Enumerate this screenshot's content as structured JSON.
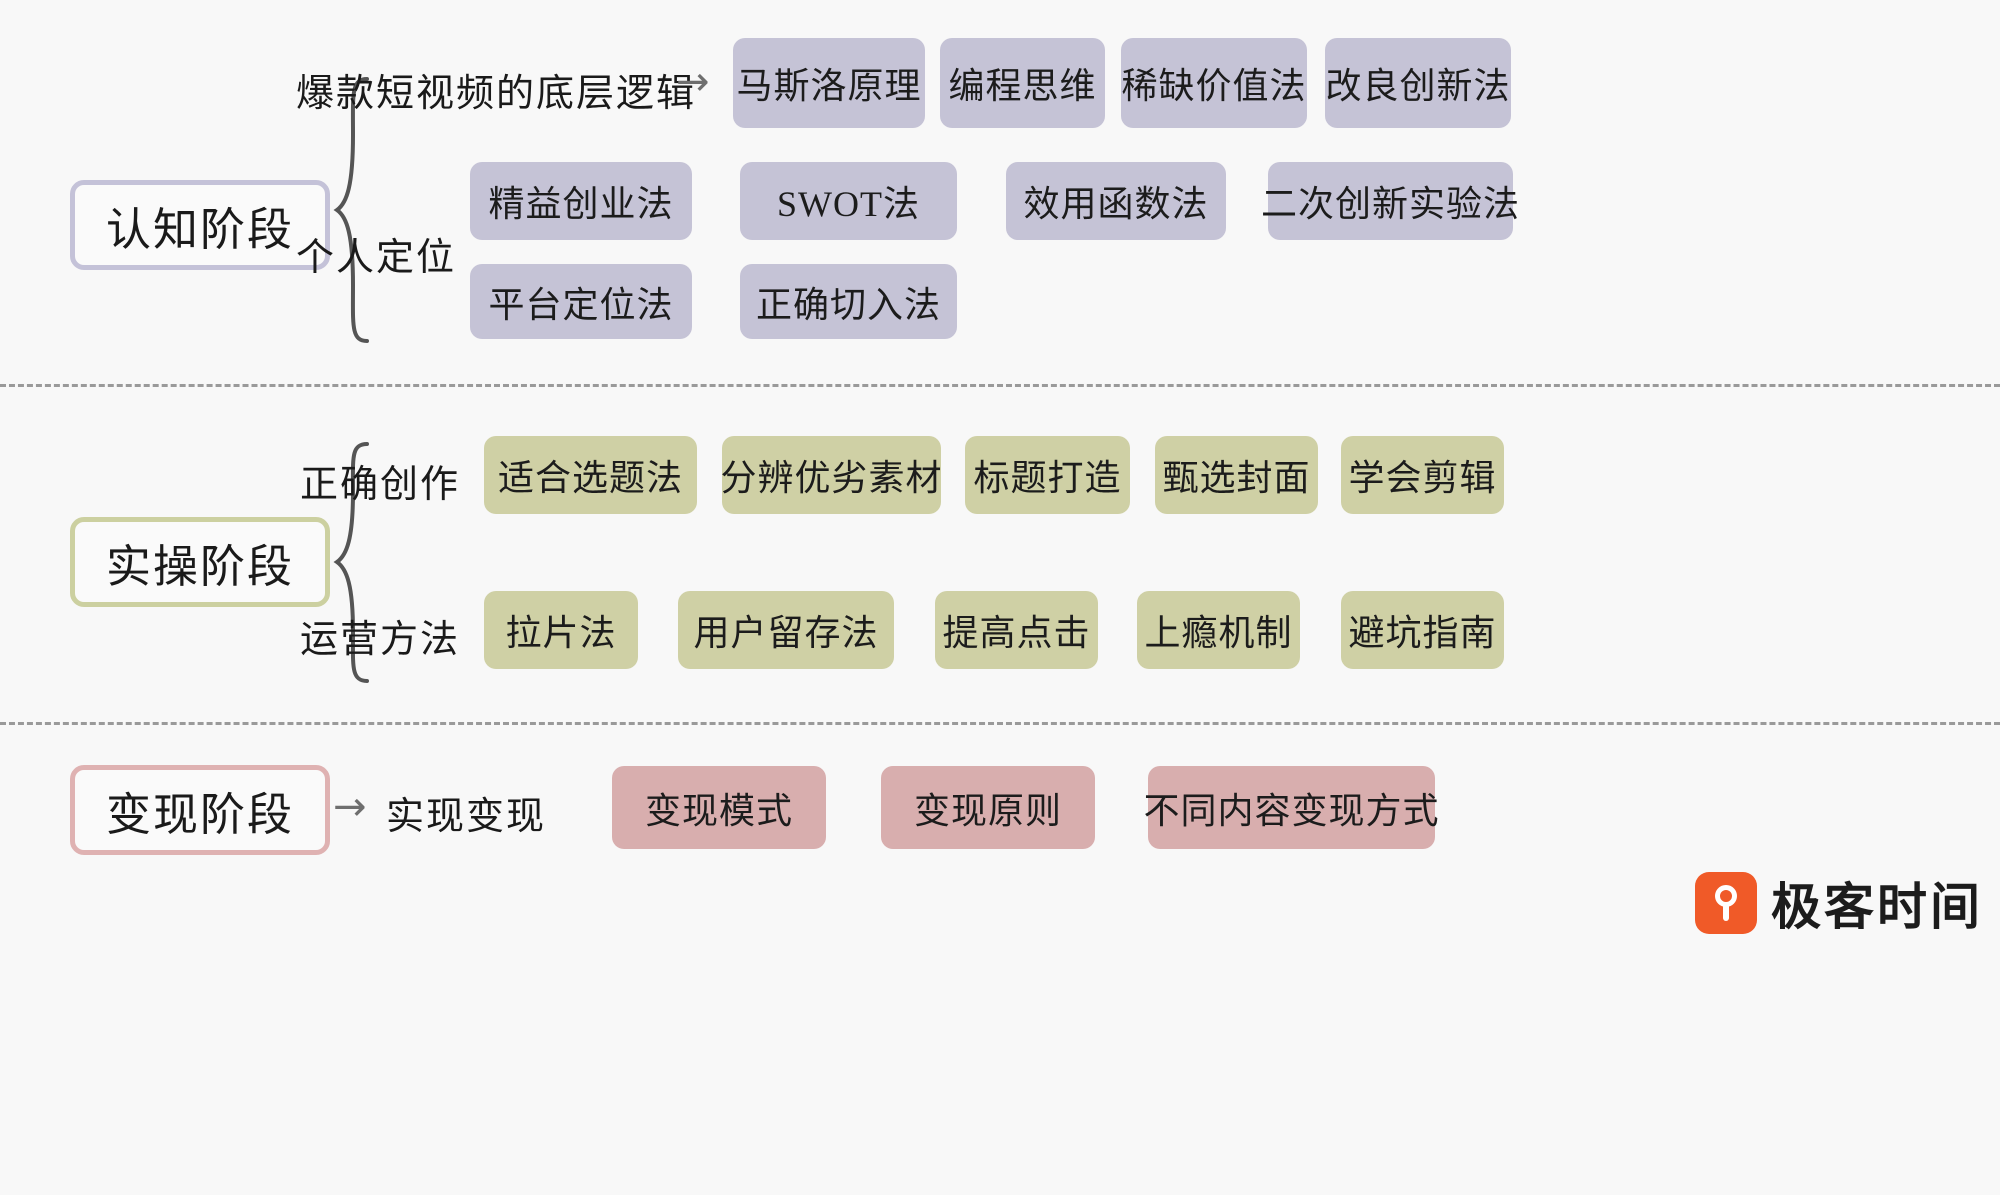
{
  "sections": [
    {
      "id": "cognition",
      "stage_label": "认知阶段",
      "accent": "#c4c2d8",
      "card_color": "#c5c3d6",
      "branches": [
        {
          "label": "爆款短视频的底层逻辑",
          "arrow": "→"
        },
        {
          "label": "个人定位",
          "arrow": ""
        }
      ],
      "rows": [
        [
          "马斯洛原理",
          "编程思维",
          "稀缺价值法",
          "改良创新法"
        ],
        [
          "精益创业法",
          "SWOT法",
          "效用函数法",
          "二次创新实验法"
        ],
        [
          "平台定位法",
          "正确切入法"
        ]
      ]
    },
    {
      "id": "practice",
      "stage_label": "实操阶段",
      "accent": "#ccd0a0",
      "card_color": "#cfd0a5",
      "branches": [
        {
          "label": "正确创作",
          "arrow": ""
        },
        {
          "label": "运营方法",
          "arrow": ""
        }
      ],
      "rows": [
        [
          "适合选题法",
          "分辨优劣素材",
          "标题打造",
          "甄选封面",
          "学会剪辑"
        ],
        [
          "拉片法",
          "用户留存法",
          "提高点击",
          "上瘾机制",
          "避坑指南"
        ]
      ]
    },
    {
      "id": "monetization",
      "stage_label": "变现阶段",
      "accent": "#dfb2b2",
      "card_color": "#d8aeae",
      "branches": [
        {
          "label": "实现变现",
          "arrow": "→"
        }
      ],
      "rows": [
        [
          "变现模式",
          "变现原则",
          "不同内容变现方式"
        ]
      ]
    }
  ],
  "logo": {
    "icon": "geekbang-logo-icon",
    "text": "极客时间",
    "brand_color": "#f05a28"
  }
}
